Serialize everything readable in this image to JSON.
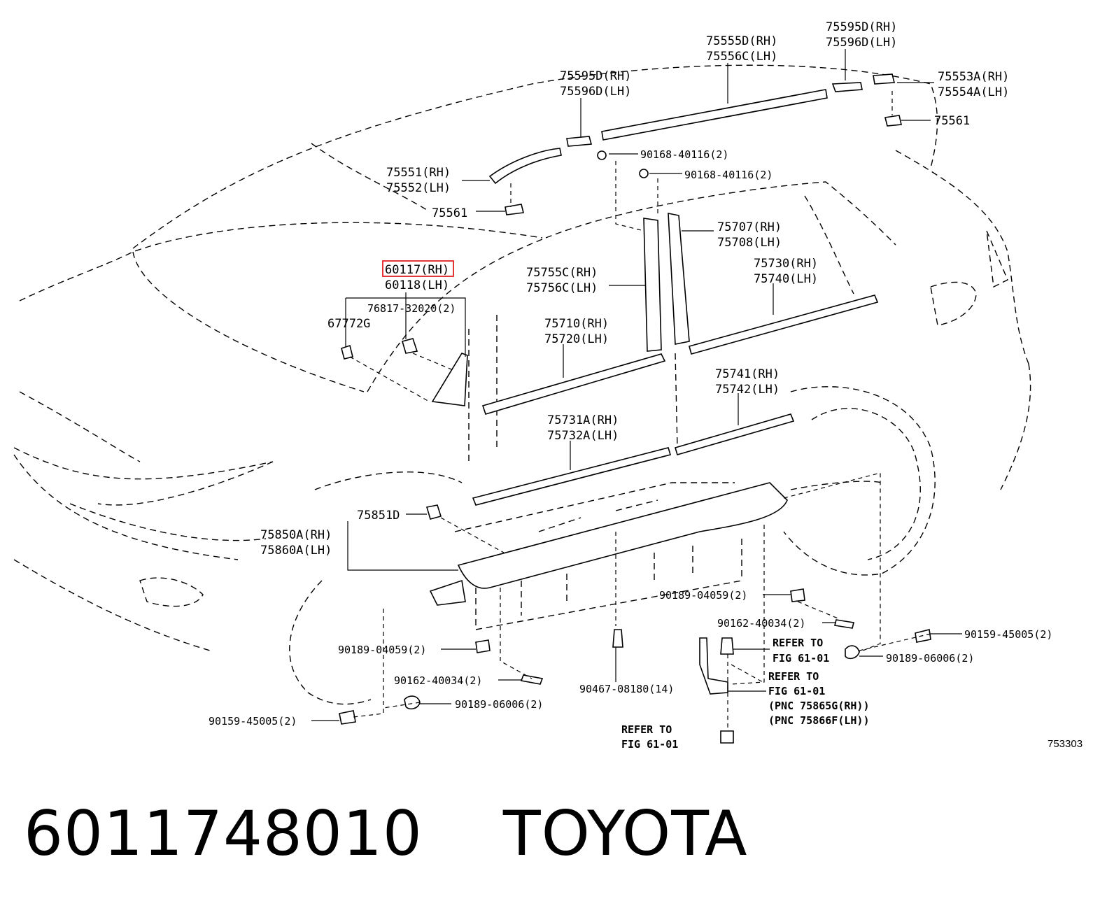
{
  "diagram_ref": "753303",
  "highlight_color": "#e02020",
  "labels": {
    "p75595D_rh_top": "75595D(RH)",
    "p75596D_lh_top": "75596D(LH)",
    "p75555D_rh": "75555D(RH)",
    "p75556C_lh": "75556C(LH)",
    "p75595D_rh": "75595D(RH)",
    "p75596D_lh": "75596D(LH)",
    "p75553A_rh": "75553A(RH)",
    "p75554A_lh": "75554A(LH)",
    "p75561_right": "75561",
    "p90168_a": "90168-40116(2)",
    "p90168_b": "90168-40116(2)",
    "p75551_rh": "75551(RH)",
    "p75552_lh": "75552(LH)",
    "p75561_left": "75561",
    "p75707_rh": "75707(RH)",
    "p75708_lh": "75708(LH)",
    "p60117_rh": "60117(RH)",
    "p60118_lh": "60118(LH)",
    "p75755C_rh": "75755C(RH)",
    "p75756C_lh": "75756C(LH)",
    "p75730_rh": "75730(RH)",
    "p75740_lh": "75740(LH)",
    "p76817": "76817-32020(2)",
    "p67772G": "67772G",
    "p75710_rh": "75710(RH)",
    "p75720_lh": "75720(LH)",
    "p75741_rh": "75741(RH)",
    "p75742_lh": "75742(LH)",
    "p75731A_rh": "75731A(RH)",
    "p75732A_lh": "75732A(LH)",
    "p75851D": "75851D",
    "p75850A_rh": "75850A(RH)",
    "p75860A_lh": "75860A(LH)",
    "p90189_04059_r": "90189-04059(2)",
    "p90162_40034_r": "90162-40034(2)",
    "p90159_45005_r": "90159-45005(2)",
    "refer_to_1a": "REFER TO",
    "fig_1a": "FIG 61-01",
    "p90189_06006_r": "90189-06006(2)",
    "refer_to_2a": "REFER TO",
    "fig_2a": "FIG 61-01",
    "pnc_rh": "(PNC 75865G(RH))",
    "pnc_lh": "(PNC 75866F(LH))",
    "p90189_04059_l": "90189-04059(2)",
    "p90162_40034_l": "90162-40034(2)",
    "p90467": "90467-08180(14)",
    "p90189_06006_l": "90189-06006(2)",
    "p90159_45005_l": "90159-45005(2)",
    "refer_to_3a": "REFER TO",
    "fig_3a": "FIG 61-01"
  },
  "caption": {
    "part_number": "6011748010",
    "brand": "TOYOTA"
  }
}
